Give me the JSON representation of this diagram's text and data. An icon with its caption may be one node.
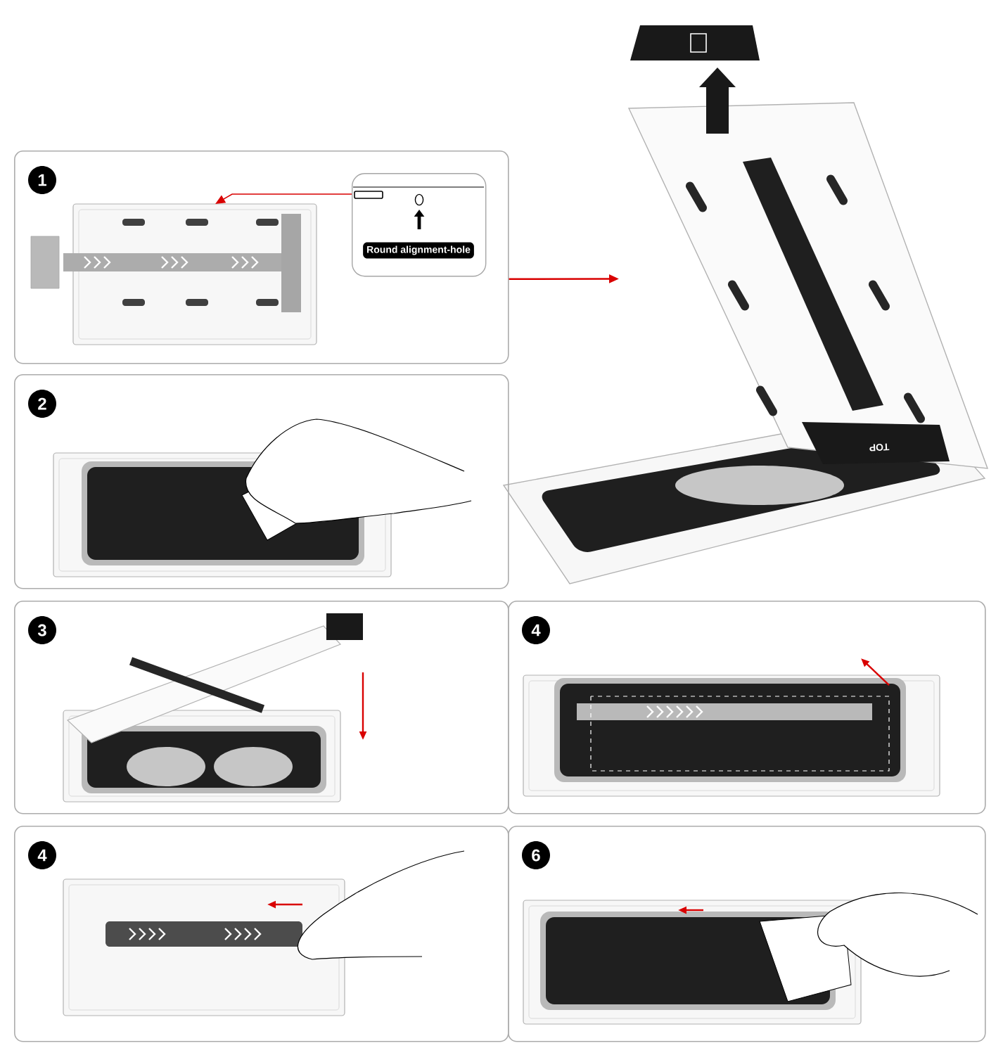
{
  "diagram": {
    "nodes": [
      {
        "text": [
          "1"
        ]
      },
      {
        "text": [],
        "shape": "picture",
        "in": 0
      },
      {
        "text": [
          "Round alignment-hole"
        ],
        "in": 0
      },
      {
        "text": [],
        "shape": "picture"
      },
      {
        "text": [
          "2"
        ]
      },
      {
        "text": [
          "3"
        ]
      },
      {
        "text": [
          "4"
        ]
      },
      {
        "text": [
          "4"
        ]
      },
      {
        "text": [
          "6"
        ]
      }
    ],
    "edges": [
      {
        "from": 2,
        "to": 1,
        "arrow": "to"
      },
      {
        "from": 0,
        "to": 3,
        "arrow": "to"
      }
    ],
    "labels": [
      "TOP"
    ]
  }
}
